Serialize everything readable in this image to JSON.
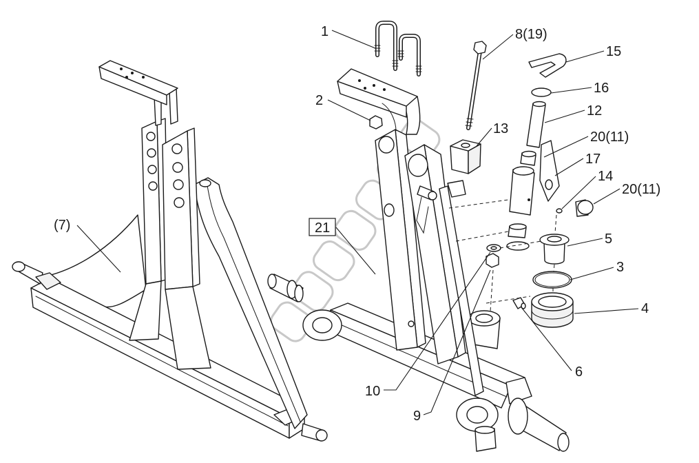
{
  "diagram": {
    "callouts": {
      "part_1": "1",
      "part_2": "2",
      "part_8_19": "8(19)",
      "part_15": "15",
      "part_16": "16",
      "part_12": "12",
      "part_13": "13",
      "part_20_11_a": "20(11)",
      "part_17": "17",
      "part_14": "14",
      "part_20_11_b": "20(11)",
      "part_7": "(7)",
      "part_21": "21",
      "part_5": "5",
      "part_3": "3",
      "part_4": "4",
      "part_6": "6",
      "part_10": "10",
      "part_9": "9"
    }
  },
  "colors": {
    "line": "#1a1a1a",
    "background": "#ffffff",
    "watermark": "#c8c8c8"
  }
}
